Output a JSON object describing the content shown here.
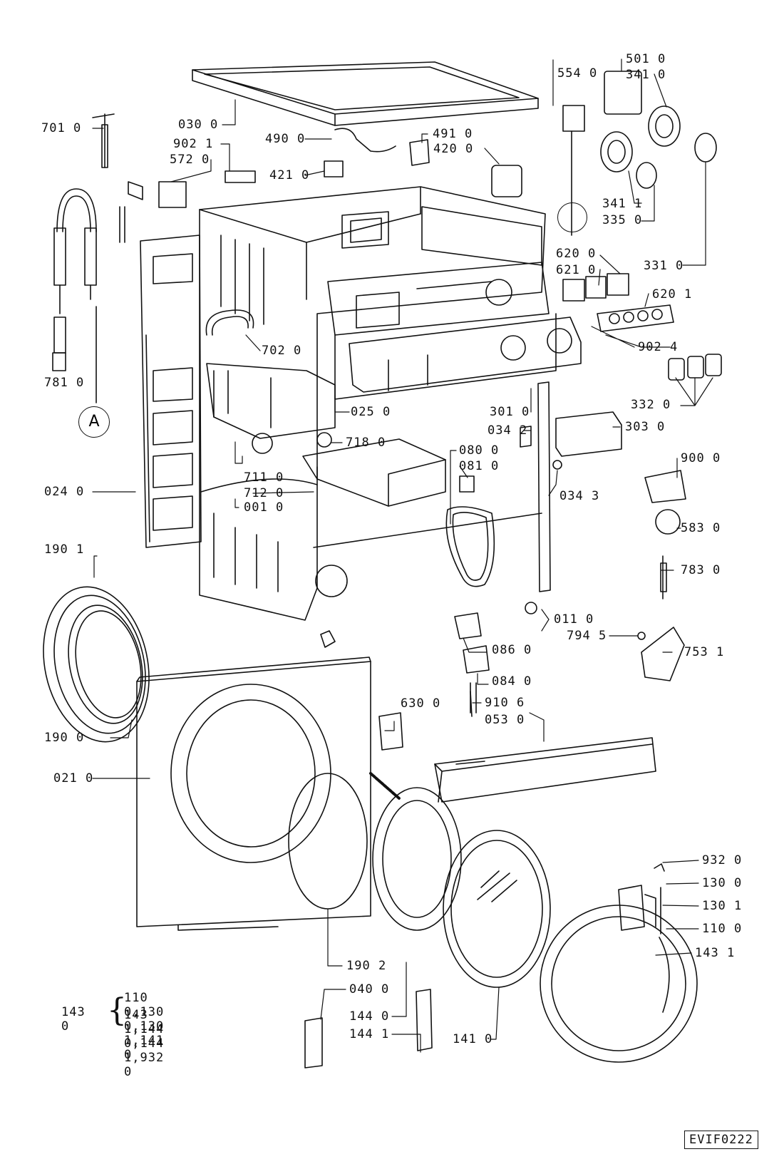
{
  "drawing_code": "EVIF0222",
  "callouts": [
    {
      "id": "030-0",
      "text": "030 0"
    },
    {
      "id": "701-0",
      "text": "701 0"
    },
    {
      "id": "902-1",
      "text": "902 1"
    },
    {
      "id": "572-0",
      "text": "572 0"
    },
    {
      "id": "490-0",
      "text": "490 0"
    },
    {
      "id": "491-0",
      "text": "491 0"
    },
    {
      "id": "420-0",
      "text": "420 0"
    },
    {
      "id": "421-0",
      "text": "421 0"
    },
    {
      "id": "554-0",
      "text": "554 0"
    },
    {
      "id": "501-0",
      "text": "501 0"
    },
    {
      "id": "341-0",
      "text": "341 0"
    },
    {
      "id": "341-1",
      "text": "341 1"
    },
    {
      "id": "335-0",
      "text": "335 0"
    },
    {
      "id": "331-0",
      "text": "331 0"
    },
    {
      "id": "620-0",
      "text": "620 0"
    },
    {
      "id": "621-0",
      "text": "621 0"
    },
    {
      "id": "620-1",
      "text": "620 1"
    },
    {
      "id": "902-4",
      "text": "902 4"
    },
    {
      "id": "702-0",
      "text": "702 0"
    },
    {
      "id": "781-0",
      "text": "781 0"
    },
    {
      "id": "025-0",
      "text": "025 0"
    },
    {
      "id": "301-0",
      "text": "301 0"
    },
    {
      "id": "332-0",
      "text": "332 0"
    },
    {
      "id": "034-2",
      "text": "034 2"
    },
    {
      "id": "303-0",
      "text": "303 0"
    },
    {
      "id": "718-0",
      "text": "718 0"
    },
    {
      "id": "080-0",
      "text": "080 0"
    },
    {
      "id": "081-0",
      "text": "081 0"
    },
    {
      "id": "900-0",
      "text": "900 0"
    },
    {
      "id": "711-0",
      "text": "711 0"
    },
    {
      "id": "712-0",
      "text": "712 0"
    },
    {
      "id": "001-0",
      "text": "001 0"
    },
    {
      "id": "024-0",
      "text": "024 0"
    },
    {
      "id": "034-3",
      "text": "034 3"
    },
    {
      "id": "583-0",
      "text": "583 0"
    },
    {
      "id": "190-1",
      "text": "190 1"
    },
    {
      "id": "783-0",
      "text": "783 0"
    },
    {
      "id": "011-0",
      "text": "011 0"
    },
    {
      "id": "794-5",
      "text": "794 5"
    },
    {
      "id": "086-0",
      "text": "086 0"
    },
    {
      "id": "753-1",
      "text": "753 1"
    },
    {
      "id": "084-0",
      "text": "084 0"
    },
    {
      "id": "630-0",
      "text": "630 0"
    },
    {
      "id": "910-6",
      "text": "910 6"
    },
    {
      "id": "053-0",
      "text": "053 0"
    },
    {
      "id": "190-0",
      "text": "190 0"
    },
    {
      "id": "021-0",
      "text": "021 0"
    },
    {
      "id": "932-0",
      "text": "932 0"
    },
    {
      "id": "130-0",
      "text": "130 0"
    },
    {
      "id": "130-1",
      "text": "130 1"
    },
    {
      "id": "110-0",
      "text": "110 0"
    },
    {
      "id": "143-1",
      "text": "143 1"
    },
    {
      "id": "190-2",
      "text": "190 2"
    },
    {
      "id": "040-0",
      "text": "040 0"
    },
    {
      "id": "144-0",
      "text": "144 0"
    },
    {
      "id": "144-1",
      "text": "144 1"
    },
    {
      "id": "141-0",
      "text": "141 0"
    }
  ],
  "reference_marker": "A",
  "kit_note": {
    "part": "143 0",
    "line1": "110 0,130 0,130 1,141 0",
    "line2": "143 1,144 0,144 1,932 0"
  }
}
